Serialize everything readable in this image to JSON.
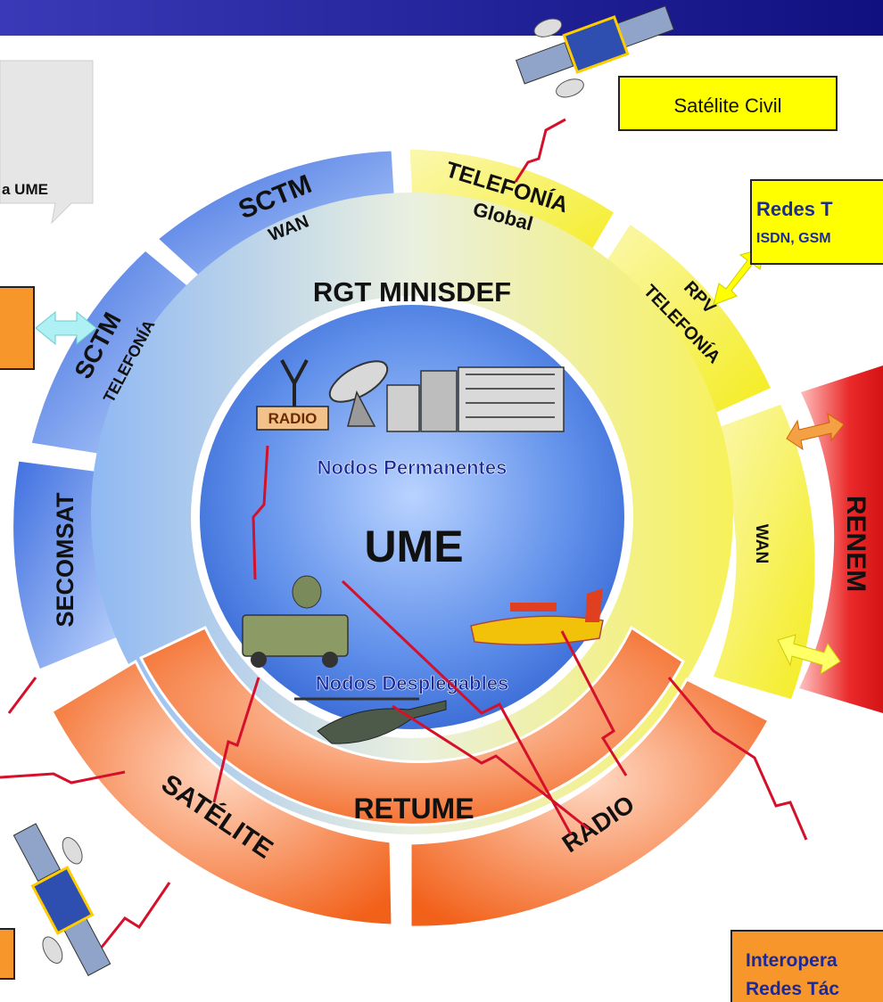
{
  "center": {
    "title": "UME",
    "permanent_nodes": "Nodos Permanentes",
    "deployable_nodes": "Nodos Desplegables",
    "radio_tag": "RADIO"
  },
  "middle_ring": {
    "label": "RGT MINISDEF"
  },
  "inner_orange_ring": {
    "label": "RETUME"
  },
  "segments": {
    "telefonia_global_1": "TELEFONÍA",
    "telefonia_global_2": "Global",
    "sctm_wan_1": "SCTM",
    "sctm_wan_2": "WAN",
    "sctm_tel_1": "SCTM",
    "sctm_tel_2": "TELEFONÍA",
    "rpv_1": "RPV",
    "rpv_2": "TELEFONÍA",
    "secomsat": "SECOMSAT",
    "wan": "WAN",
    "satelite": "SATÉLITE",
    "radio": "RADIO"
  },
  "renem": {
    "label": "RENEM"
  },
  "callouts": {
    "satelite_civil": "Satélite Civil",
    "redes_line1": "Redes T",
    "redes_line2": "ISDN, GSM",
    "interop_line1": "Interopera",
    "interop_line2": "Redes Tác",
    "note_fragment": "a UME"
  },
  "icons": [
    "satellite-icon",
    "antenna-icon",
    "radar-dish-icon",
    "building-icon",
    "military-truck-icon",
    "helicopter-icon",
    "seaplane-icon",
    "lightning-link-icon"
  ],
  "colors": {
    "header": "#1a1aa0",
    "blue_ring": "#5b8ee8",
    "yellow_ring": "#f7f13a",
    "orange_ring": "#f26a1b",
    "red_renem": "#e8262a",
    "center": "#4b7fe0",
    "callout_yellow": "#ffff00",
    "callout_orange": "#f7962b",
    "text_navy": "#1b2a9a"
  }
}
